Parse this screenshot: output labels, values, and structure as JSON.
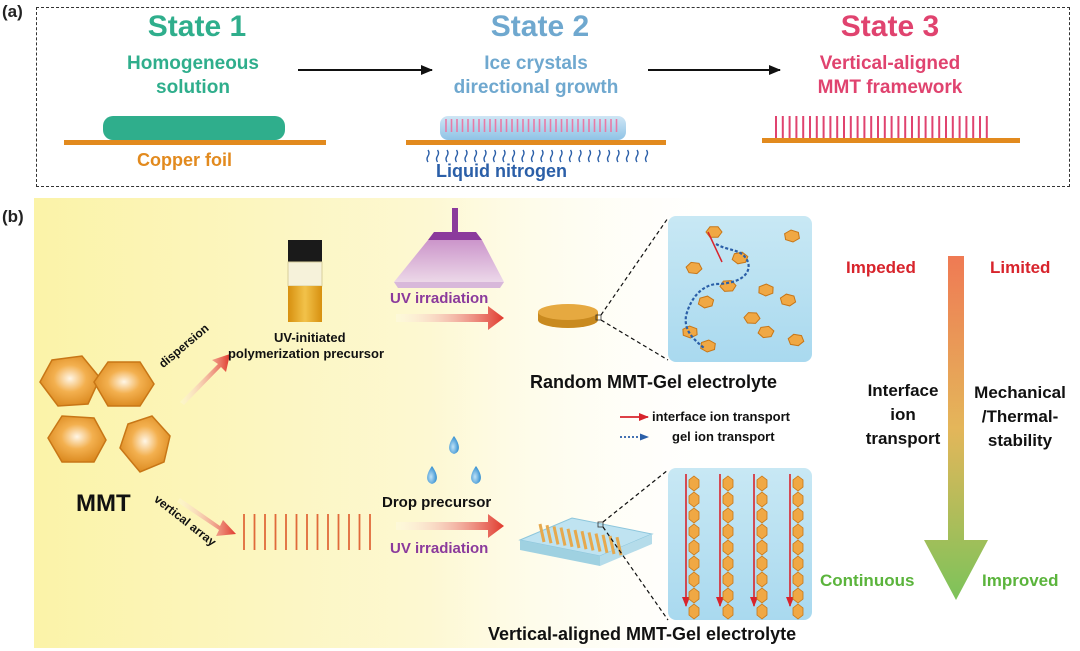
{
  "panel_a": {
    "label": "(a)",
    "states": [
      {
        "title": "State 1",
        "subtitle_line1": "Homogeneous",
        "subtitle_line2": "solution",
        "color": "#2fae8c"
      },
      {
        "title": "State 2",
        "subtitle_line1": "Ice crystals",
        "subtitle_line2": "directional growth",
        "color": "#6fa8cf"
      },
      {
        "title": "State 3",
        "subtitle_line1": "Vertical-aligned",
        "subtitle_line2": "MMT framework",
        "color": "#e0436f"
      }
    ],
    "copper_foil_label": "Copper foil",
    "liquid_nitrogen_label": "Liquid nitrogen"
  },
  "panel_b": {
    "label": "(b)",
    "mmt_label": "MMT",
    "dispersion_label": "dispersion",
    "vertical_array_label": "vertical array",
    "precursor_label_line1": "UV-initiated",
    "precursor_label_line2": "polymerization precursor",
    "uv_irradiation_top": "UV irradiation",
    "drop_precursor_label": "Drop precursor",
    "uv_irradiation_bottom": "UV irradiation",
    "random_title": "Random MMT-Gel electrolyte",
    "vertical_title": "Vertical-aligned MMT-Gel electrolyte",
    "legend_interface": "interface ion transport",
    "legend_gel": "gel ion transport",
    "impeded": "Impeded",
    "limited": "Limited",
    "continuous": "Continuous",
    "improved": "Improved",
    "interface_line1": "Interface",
    "interface_line2": "ion",
    "interface_line3": "transport",
    "mech_line1": "Mechanical",
    "mech_line2": "/Thermal-",
    "mech_line3": "stability"
  },
  "colors": {
    "teal": "#2fae8c",
    "light_blue": "#6fa8cf",
    "pink": "#e0436f",
    "copper": "#e28a1e",
    "nitrogen_blue": "#2b5fa8",
    "bad_red": "#d8242c",
    "good_green": "#5bb43c",
    "uv_purple": "#8b3a9c"
  }
}
